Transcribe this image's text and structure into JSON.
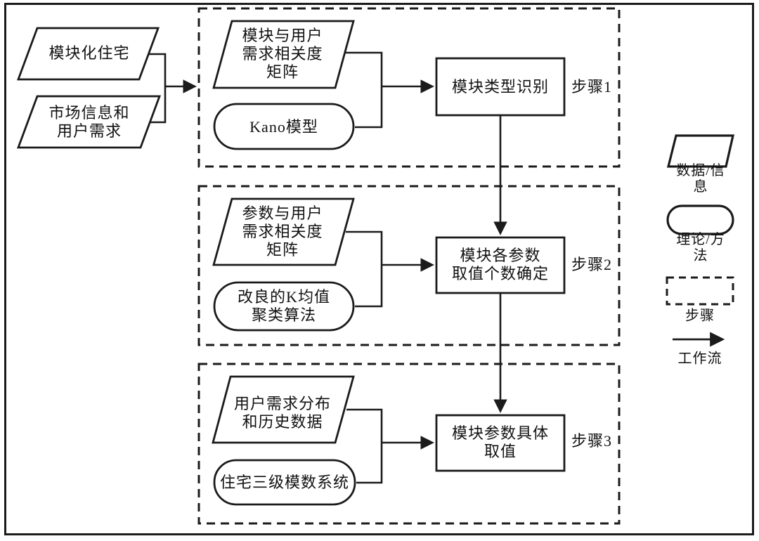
{
  "diagram": {
    "inputs": [
      {
        "label": "模块化住宅"
      },
      {
        "label": "市场信息和\n用户需求"
      }
    ],
    "steps": [
      {
        "tag": "步骤1",
        "data_label": "模块与用户\n需求相关度\n矩阵",
        "method_label": "Kano模型",
        "process_label": "模块类型识别"
      },
      {
        "tag": "步骤2",
        "data_label": "参数与用户\n需求相关度\n矩阵",
        "method_label": "改良的K均值\n聚类算法",
        "process_label": "模块各参数\n取值个数确定"
      },
      {
        "tag": "步骤3",
        "data_label": "用户需求分布\n和历史数据",
        "method_label": "住宅三级模数系统",
        "process_label": "模块参数具体\n取值"
      }
    ],
    "legend": [
      {
        "shape": "parallelogram",
        "label": "数据/信息"
      },
      {
        "shape": "rounded-rect",
        "label": "理论/方法"
      },
      {
        "shape": "dashed-rect",
        "label": "步骤"
      },
      {
        "shape": "arrow",
        "label": "工作流"
      }
    ],
    "colors": {
      "stroke": "#1b1b1b",
      "background": "#ffffff"
    }
  }
}
